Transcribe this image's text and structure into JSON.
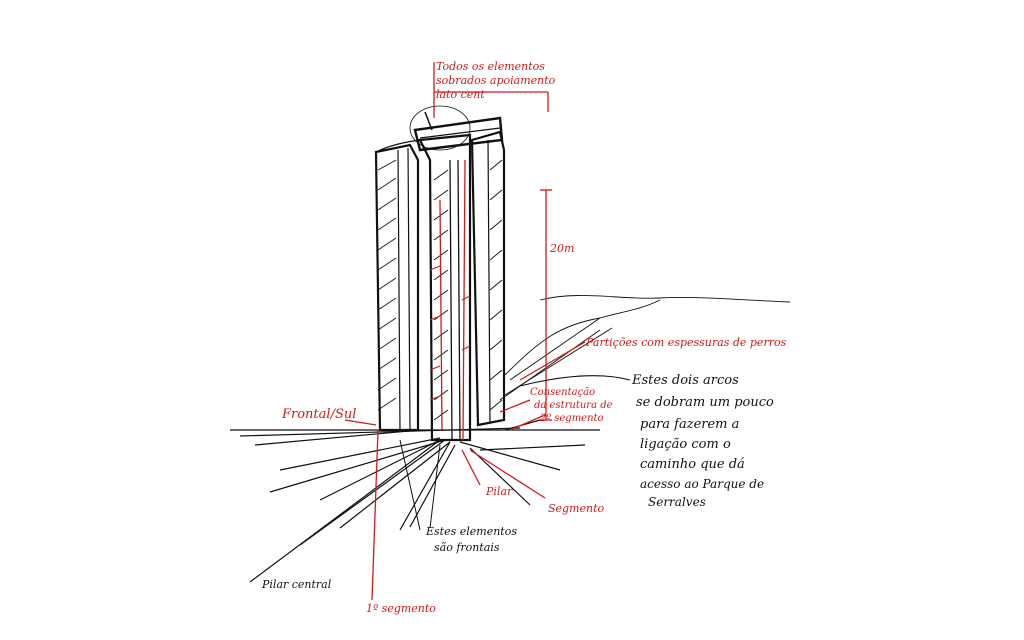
{
  "colors": {
    "ink_black": "#111111",
    "ink_red": "#d11a1a",
    "background": "#ffffff"
  },
  "annotations": {
    "top_note": [
      "Todos os elementos",
      "sobrados apoiamento",
      "lato cent"
    ],
    "height": "20m",
    "partitions": "Partições com espessuras de perros",
    "arcs_note": [
      "Estes dois arcos",
      "se dobram um pouco",
      "para fazerem a",
      "ligação com o",
      "caminho que dá",
      "acesso ao Parque de",
      "Serralves"
    ],
    "frontal": "Frontal/Sul",
    "right_small": [
      "Consentação",
      "da estrutura de",
      "2º segmento"
    ],
    "pilar": "Pilar",
    "segment_right": "Segmento",
    "bottom_center": [
      "Estes elementos",
      "são frontais"
    ],
    "pilar_central": "Pilar central",
    "segment_bottom": "1º segmento"
  }
}
